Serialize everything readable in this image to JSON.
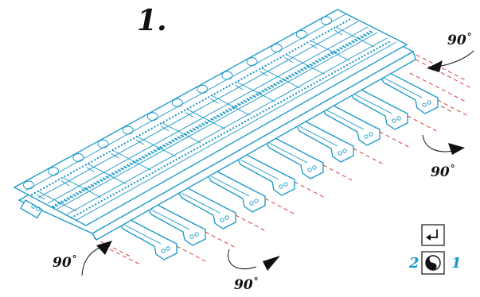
{
  "step_label": "1.",
  "rotation_labels": {
    "top_right": "90",
    "middle_right": "90",
    "bottom_left": "90",
    "bottom_center": "90"
  },
  "degree_symbol": "°",
  "page_indicator": {
    "left_page": "2",
    "right_page": "1"
  },
  "colors": {
    "part_outline": "#1597c9",
    "fold_guide": "#d63b3b",
    "text": "#111111"
  },
  "icons": [
    "fold-return-icon",
    "flip-over-icon"
  ]
}
